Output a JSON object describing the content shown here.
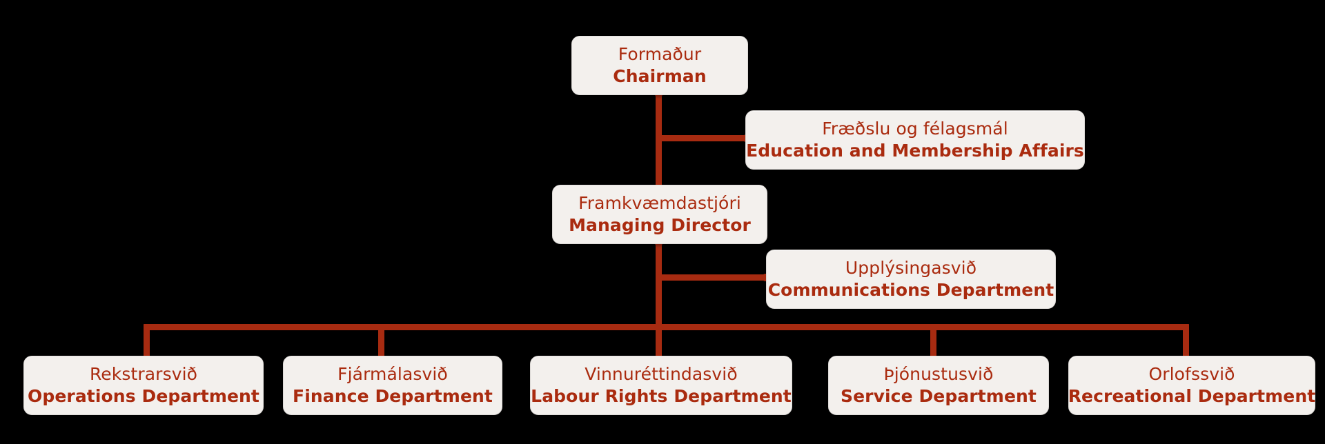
{
  "diagram": {
    "title": "Organizational Chart",
    "colors": {
      "background": "#000000",
      "box_fill": "#F3F0ED",
      "box_border": "#DCD9D6",
      "text": "#AA2B0F",
      "connector": "#A72B11"
    },
    "nodes": {
      "chairman": {
        "icelandic": "Formaður",
        "english": "Chairman"
      },
      "education": {
        "icelandic": "Fræðslu og félagsmál",
        "english": "Education and Membership Affairs"
      },
      "managing_director": {
        "icelandic": "Framkvæmdastjóri",
        "english": "Managing Director"
      },
      "communications": {
        "icelandic": "Upplýsingasvið",
        "english": "Communications Department"
      },
      "operations": {
        "icelandic": "Rekstrarsvið",
        "english": "Operations Department"
      },
      "finance": {
        "icelandic": "Fjármálasvið",
        "english": "Finance Department"
      },
      "labour_rights": {
        "icelandic": "Vinnuréttindasvið",
        "english": "Labour Rights Department"
      },
      "service": {
        "icelandic": "Þjónustusvið",
        "english": "Service Department"
      },
      "recreational": {
        "icelandic": "Orlofssvið",
        "english": "Recreational Department"
      }
    }
  }
}
